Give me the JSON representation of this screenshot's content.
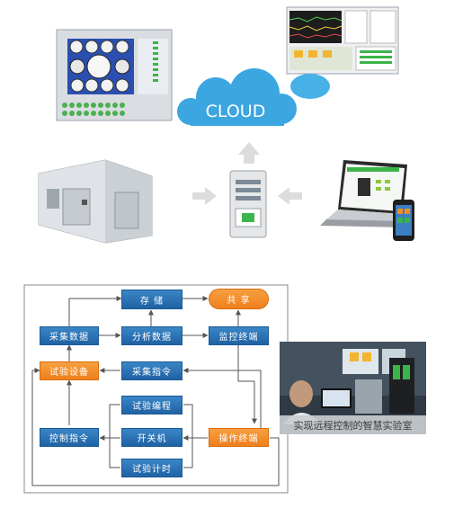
{
  "cloud": {
    "label": "CLOUD"
  },
  "caption": {
    "text": "实现远程控制的智慧实验室"
  },
  "flow": {
    "storage": "存 储",
    "share": "共 享",
    "collect_data": "采集数据",
    "analyze_data": "分析数据",
    "monitor_terminal": "监控终端",
    "test_equipment": "试验设备",
    "collect_command": "采集指令",
    "test_programming": "试验编程",
    "control_command": "控制指令",
    "power_switch": "开关机",
    "operation_terminal": "操作终端",
    "test_timer": "试验计时"
  },
  "colors": {
    "node_blue": "#2a72b5",
    "node_orange": "#f28c28",
    "arrow": "#555555",
    "cloud": "#3aa0de"
  }
}
